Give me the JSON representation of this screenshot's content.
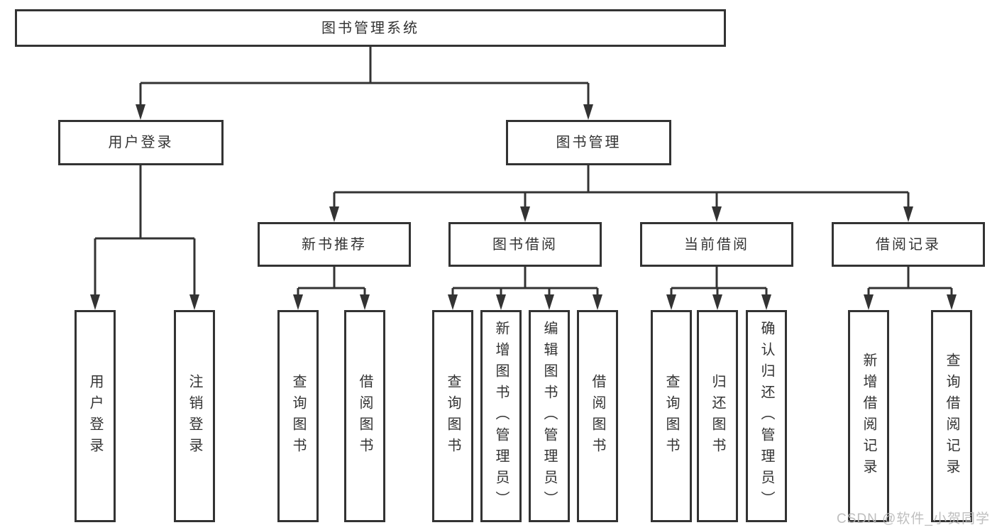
{
  "diagram": {
    "root": {
      "label": "图书管理系统"
    },
    "level2": [
      {
        "label": "用户登录"
      },
      {
        "label": "图书管理"
      }
    ],
    "level3": [
      {
        "label": "新书推荐"
      },
      {
        "label": "图书借阅"
      },
      {
        "label": "当前借阅"
      },
      {
        "label": "借阅记录"
      }
    ],
    "leaves": {
      "user_login": [
        "用户登录",
        "注销登录"
      ],
      "new_book_recommend": [
        "查询图书",
        "借阅图书"
      ],
      "book_borrow": [
        "查询图书",
        "新增图书（管理员）",
        "编辑图书（管理员）",
        "借阅图书"
      ],
      "current_borrow": [
        "查询图书",
        "归还图书",
        "确认归还（管理员）"
      ],
      "borrow_record": [
        "新增借阅记录",
        "查询借阅记录"
      ]
    }
  },
  "watermark": {
    "text": "CSDN @软件_小贺同学"
  },
  "colors": {
    "line": "#333333",
    "text": "#333333",
    "box_fill": "#ffffff",
    "watermark": "#b8b8b8"
  }
}
